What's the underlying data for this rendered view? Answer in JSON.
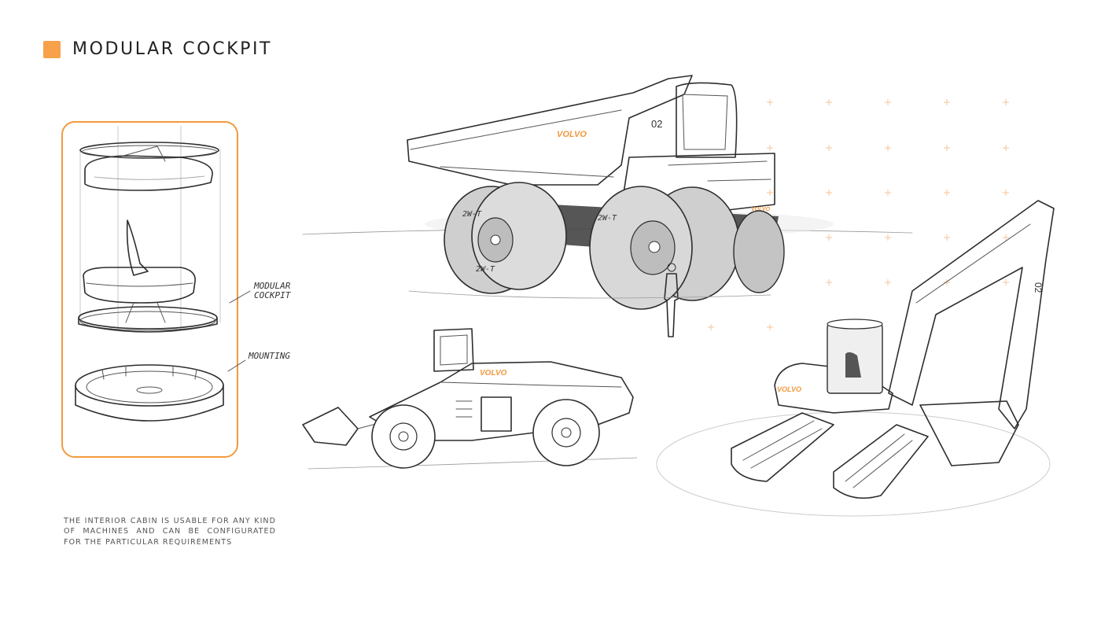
{
  "header": {
    "title": "MODULAR COCKPIT",
    "accent_color": "#f7a14a"
  },
  "cockpit_diagram": {
    "label_cockpit_line1": "MODULAR",
    "label_cockpit_line2": "COCKPIT",
    "label_mounting": "MOUNTING",
    "frame_color": "#f29a3e"
  },
  "caption": {
    "text": "THE INTERIOR CABIN IS USABLE FOR ANY KIND OF MACHINES AND CAN BE CONFIGURATED FOR THE PARTICULAR REQUIREMENTS"
  },
  "dump_truck": {
    "brand": "VOLVO",
    "number": "02",
    "brand_small": "VOLVO",
    "tire_text_1": "2W-T",
    "tire_text_2": "2W-T",
    "tire_text_3": "2W-T"
  },
  "loader": {
    "brand": "VOLVO"
  },
  "excavator": {
    "brand": "VOLVO",
    "number": "02"
  }
}
